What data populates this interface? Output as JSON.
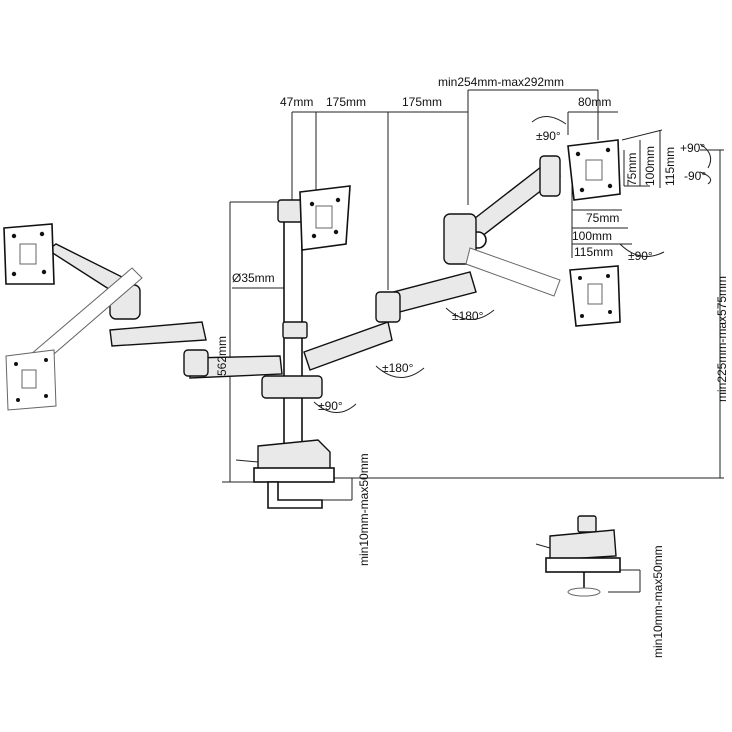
{
  "labels": {
    "top_span": "min254mm-max292mm",
    "offset_47": "47mm",
    "arm_175_a": "175mm",
    "arm_175_b": "175mm",
    "offset_80": "80mm",
    "pole_dia": "Ø35mm",
    "pole_height": "562mm",
    "height_range": "min225mm-max575mm",
    "clamp_range": "min10mm-max50mm",
    "grommet_range": "min10mm-max50mm",
    "vesa_75_v": "75mm",
    "vesa_100_v": "100mm",
    "vesa_115_v": "115mm",
    "vesa_75_h": "75mm",
    "vesa_100_h": "100mm",
    "vesa_115_h": "115mm"
  },
  "rotations": {
    "tilt_up": "+90°",
    "tilt_down": "-90°",
    "swivel_head": "±90°",
    "rotate_head": "±90°",
    "arm_swivel_a": "±180°",
    "arm_swivel_b": "±180°",
    "base_swivel": "±90°"
  }
}
